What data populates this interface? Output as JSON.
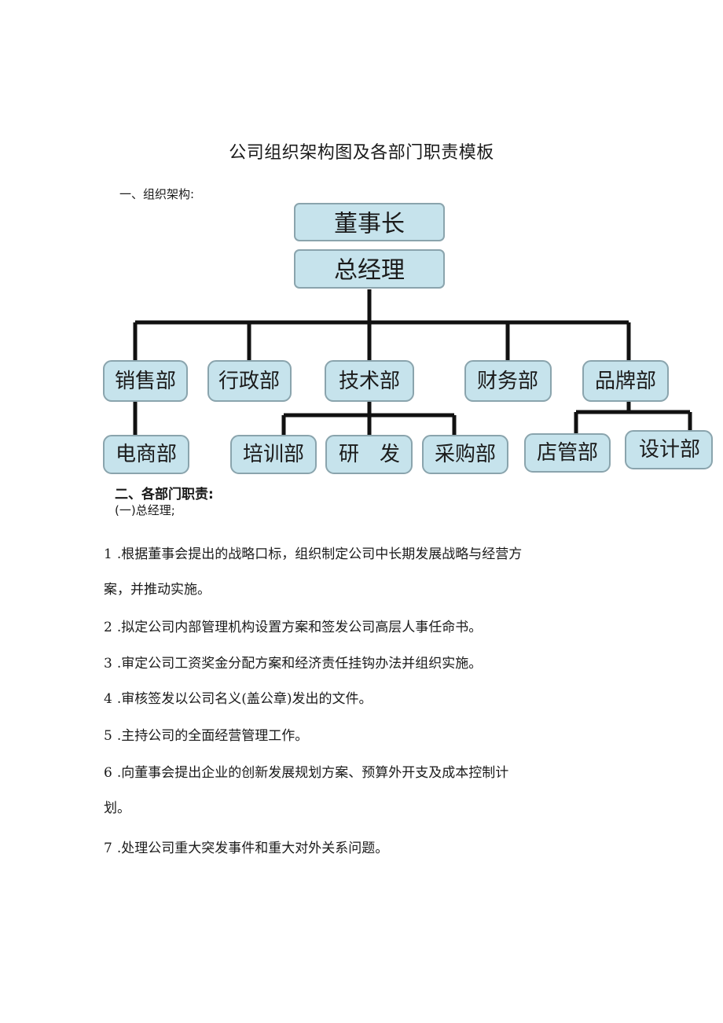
{
  "title": "公司组织架构图及各部门职责模板",
  "section1": "一、组织架构:",
  "org": {
    "chairman": "董事长",
    "gm": "总经理",
    "departments": [
      "销售部",
      "行政部",
      "技术部",
      "财务部",
      "品牌部"
    ],
    "sales_sub": [
      "电商部"
    ],
    "tech_sub": [
      "培训部",
      "研　发",
      "采购部"
    ],
    "brand_sub": [
      "店管部",
      "设计部"
    ]
  },
  "section2": "二、各部门职责:",
  "subsection": "(一)总经理;",
  "items": [
    {
      "num": "1",
      "text": ".根据董事会提出的战略口标，组织制定公司中长期发展战略与经营方",
      "cont": "案，并推动实施。"
    },
    {
      "num": "2",
      "text": ".拟定公司内部管理机构设置方案和签发公司高层人事任命书。"
    },
    {
      "num": "3",
      "text": ".审定公司工资奖金分配方案和经济责任挂钩办法并组织实施。"
    },
    {
      "num": "4",
      "text": ".审核签发以公司名义(盖公章)发出的文件。"
    },
    {
      "num": "5",
      "text": ".主持公司的全面经营管理工作。"
    },
    {
      "num": "6",
      "text": ".向董事会提出企业的创新发展规划方案、预算外开支及成本控制计",
      "cont": "划。"
    },
    {
      "num": "7",
      "text": ".处理公司重大突发事件和重大对外关系问题。"
    }
  ]
}
